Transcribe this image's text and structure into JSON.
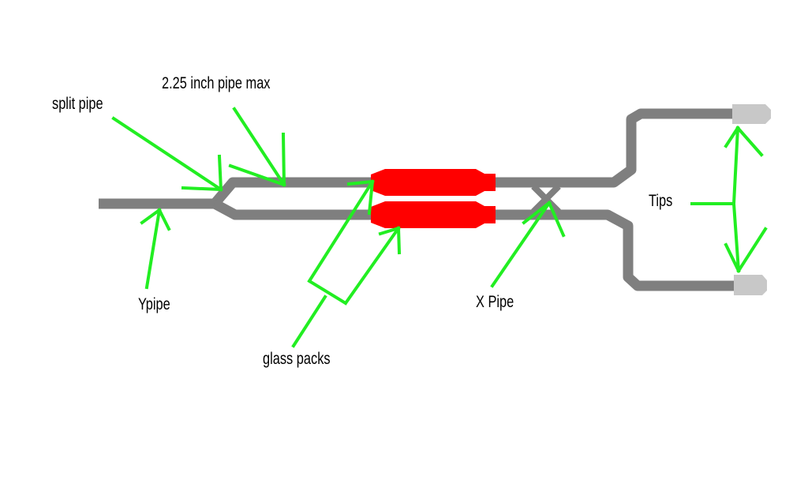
{
  "labels": {
    "split_pipe": "split pipe",
    "pipe_max": "2.25 inch pipe max",
    "ypipe": "Ypipe",
    "glass_packs": "glass packs",
    "x_pipe": "X Pipe",
    "tips": "Tips"
  },
  "colors": {
    "background": "#ffffff",
    "pipe": "#7f7f7f",
    "muffler": "#ff0000",
    "tip": "#c8c8c8",
    "arrow": "#22ee22",
    "text": "#000000"
  }
}
